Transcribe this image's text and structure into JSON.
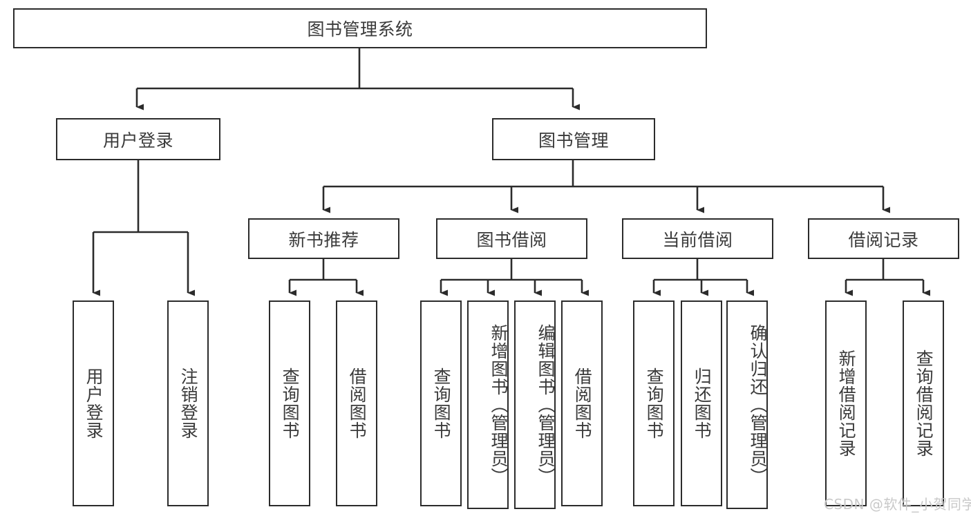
{
  "diagram": {
    "title": "图书管理系统",
    "type": "tree-hierarchy-diagram",
    "colors": {
      "background": "#ffffff",
      "box_border": "#2b2b2b",
      "text": "#3a3a3a",
      "connector": "#2b2b2b",
      "watermark": "#c9c9c9"
    },
    "root": {
      "label": "图书管理系统"
    },
    "level2": [
      {
        "label": "用户登录"
      },
      {
        "label": "图书管理"
      }
    ],
    "level3": [
      {
        "label": "新书推荐"
      },
      {
        "label": "图书借阅"
      },
      {
        "label": "当前借阅"
      },
      {
        "label": "借阅记录"
      }
    ],
    "leaves": {
      "user_login": [
        {
          "label": "用户登录"
        },
        {
          "label": "注销登录"
        }
      ],
      "new_book_recommend": [
        {
          "label": "查询图书"
        },
        {
          "label": "借阅图书"
        }
      ],
      "book_borrow": [
        {
          "label": "查询图书"
        },
        {
          "label": "新增图书（管理员）"
        },
        {
          "label": "编辑图书（管理员）"
        },
        {
          "label": "借阅图书"
        }
      ],
      "current_borrow": [
        {
          "label": "查询图书"
        },
        {
          "label": "归还图书"
        },
        {
          "label": "确认归还（管理员）"
        }
      ],
      "borrow_record": [
        {
          "label": "新增借阅记录"
        },
        {
          "label": "查询借阅记录"
        }
      ]
    },
    "watermark": "CSDN @软件_小贺同学"
  }
}
